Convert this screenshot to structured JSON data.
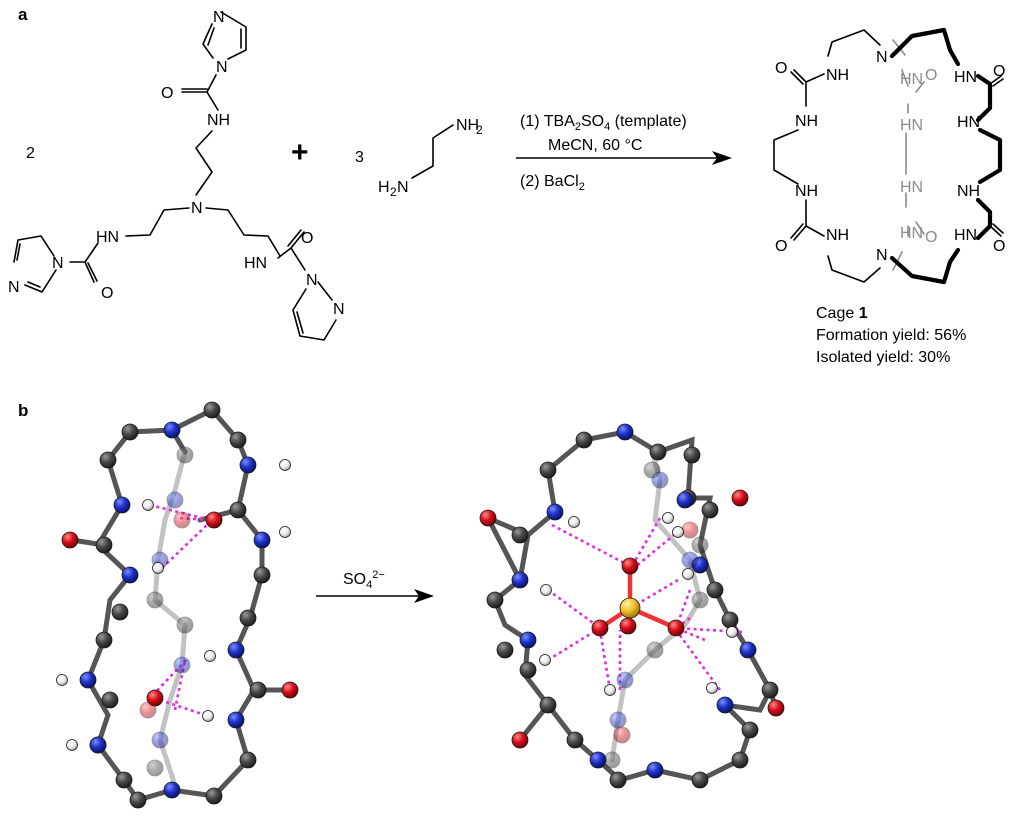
{
  "panel_a": {
    "label": "a",
    "coef_tripodal": "2",
    "plus": "+",
    "coef_diamine": "3",
    "atoms": {
      "N": "N",
      "O": "O",
      "NH": "NH",
      "HN": "HN",
      "NH2": "NH",
      "H2N": "H",
      "sub2": "2"
    },
    "conditions": {
      "line1_prefix": "(1) TBA",
      "line1_sub1": "2",
      "line1_mid": "SO",
      "line1_sub2": "4",
      "line1_suffix": " (template)",
      "line2": "MeCN, 60 °C",
      "line3_prefix": "(2) BaCl",
      "line3_sub": "2"
    },
    "product": {
      "name_prefix": "Cage ",
      "name_number": "1",
      "formation_yield": "Formation yield: 56%",
      "isolated_yield": "Isolated yield: 30%"
    }
  },
  "panel_b": {
    "label": "b",
    "arrow_label_prefix": "SO",
    "arrow_label_sub": "4",
    "arrow_label_sup": "2−"
  },
  "colors": {
    "carbon": "#474747",
    "nitrogen": "#1f33c8",
    "oxygen": "#d8101a",
    "hydrogen": "#f2f2f2",
    "sulfur": "#f2c230",
    "hbond": "#e02ee0",
    "faded_bond": "#8c8c8c"
  }
}
